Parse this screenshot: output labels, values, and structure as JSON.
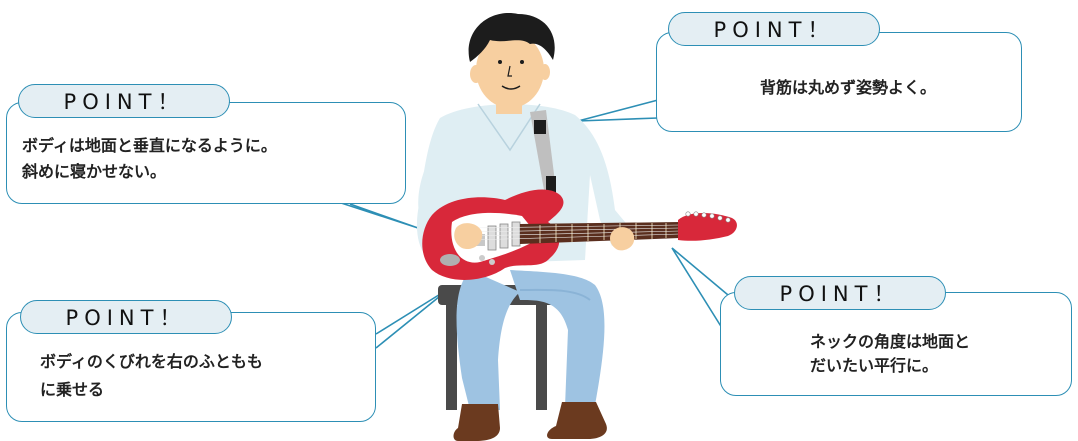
{
  "callouts": {
    "back": {
      "label": "POINT！",
      "lines": [
        "背筋は丸めず姿勢よく。"
      ]
    },
    "body": {
      "label": "POINT！",
      "lines": [
        "ボディは地面と垂直になるように。",
        "斜めに寝かせない。"
      ]
    },
    "thigh": {
      "label": "POINT！",
      "lines": [
        "ボディのくびれを右のふともも",
        "に乗せる"
      ]
    },
    "neck": {
      "label": "POINT！",
      "lines": [
        "ネックの角度は地面と",
        "だいたい平行に。"
      ]
    }
  },
  "colors": {
    "accent_line": "#2d8fb5",
    "pill_fill": "#e4eef3",
    "guitar_body": "#d8283a",
    "shirt": "#dfeef3",
    "jeans": "#9ec3e2",
    "hair": "#1c1c1c",
    "skin": "#f7cfa0",
    "shoes": "#6b3a1f",
    "stool": "#4a4a4a"
  },
  "icons": [
    "guitarist-illustration",
    "electric-guitar-icon",
    "stool-icon"
  ]
}
